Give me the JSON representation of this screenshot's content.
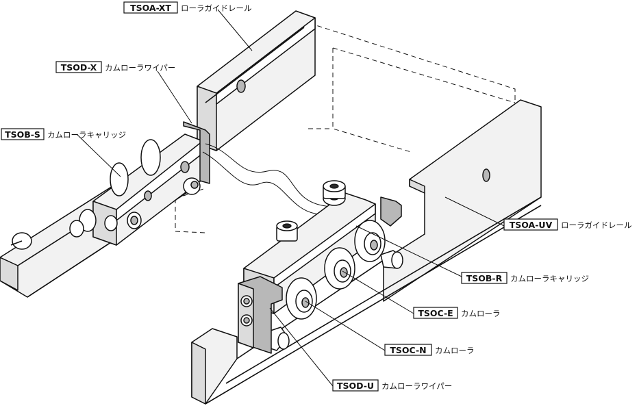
{
  "callouts": [
    {
      "key": "tsoa_xt",
      "code": "TSOA-XT",
      "name": "ローラガイドレール"
    },
    {
      "key": "tsod_x",
      "code": "TSOD-X",
      "name": "カムローラワイパー"
    },
    {
      "key": "tsob_s",
      "code": "TSOB-S",
      "name": "カムローラキャリッジ"
    },
    {
      "key": "tsoa_uv",
      "code": "TSOA-UV",
      "name": "ローラガイドレール"
    },
    {
      "key": "tsob_r",
      "code": "TSOB-R",
      "name": "カムローラキャリッジ"
    },
    {
      "key": "tsoc_e",
      "code": "TSOC-E",
      "name": "カムローラ"
    },
    {
      "key": "tsoc_n",
      "code": "TSOC-N",
      "name": "カムローラ"
    },
    {
      "key": "tsod_u",
      "code": "TSOD-U",
      "name": "カムローラワイパー"
    }
  ],
  "colors": {
    "line": "#111111",
    "paper": "#ffffff",
    "shade_light": "#f2f2f2",
    "shade_mid": "#dcdcdc",
    "shade_dark": "#b8b8b8"
  }
}
